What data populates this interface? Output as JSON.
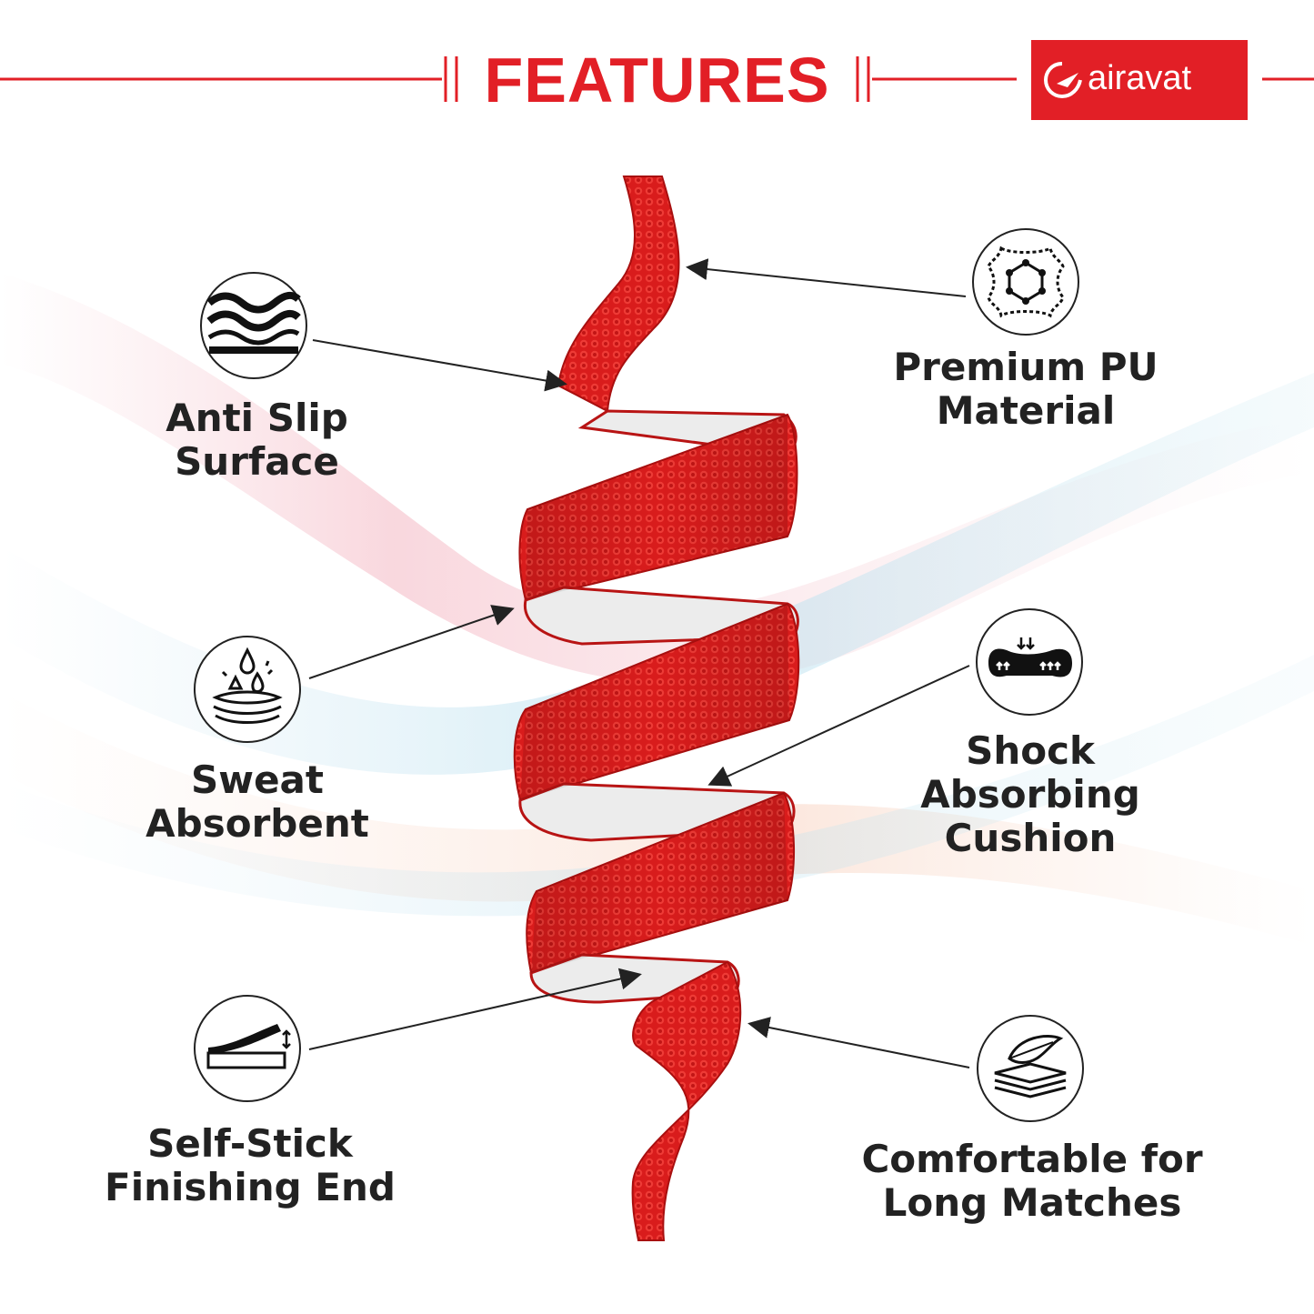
{
  "header": {
    "title": "FEATURES",
    "brand": {
      "name": "airavat",
      "color": "#e21f26"
    }
  },
  "features": [
    {
      "line1": "Anti Slip",
      "line2": "Surface",
      "icon": "waves-icon"
    },
    {
      "line1": "Sweat",
      "line2": "Absorbent",
      "icon": "water-drop-layers-icon"
    },
    {
      "line1": "Self-Stick",
      "line2": "Finishing End",
      "icon": "adhesive-strip-icon"
    },
    {
      "line1": "Premium PU",
      "line2": "Material",
      "icon": "leather-hexagon-icon"
    },
    {
      "line1": "Shock",
      "line2": "Absorbing",
      "line3": "Cushion",
      "icon": "cushion-arrows-icon"
    },
    {
      "line1": "Comfortable for",
      "line2": "Long Matches",
      "icon": "feather-layers-icon"
    }
  ],
  "colors": {
    "accent": "#e21f26",
    "grip_inner": "#ececec",
    "text": "#222222"
  }
}
